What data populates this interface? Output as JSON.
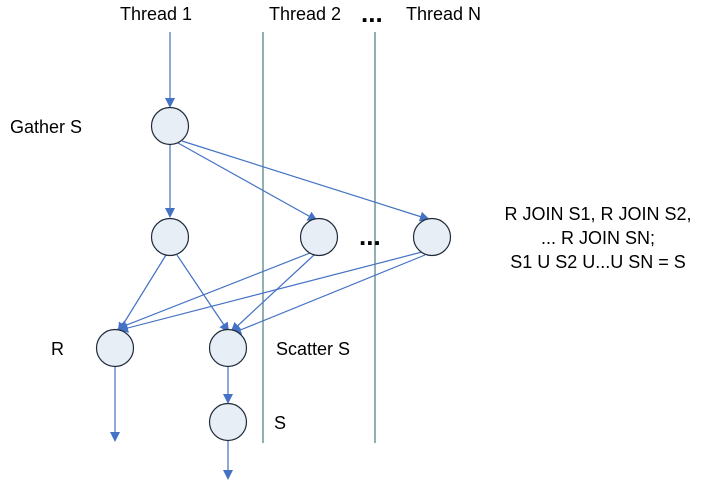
{
  "headers": {
    "thread1": "Thread 1",
    "thread2": "Thread 2",
    "ellipsis": "...",
    "threadN": "Thread N"
  },
  "labels": {
    "gather": "Gather S",
    "r": "R",
    "scatter": "Scatter S",
    "s": "S",
    "mid_ellipsis": "..."
  },
  "annotation": [
    "R JOIN S1, R JOIN S2,",
    "... R JOIN SN;",
    "S1 U S2 U...U SN = S"
  ],
  "colors": {
    "edge": "#4472c4",
    "node_fill": "#e8eef6",
    "node_stroke": "#1f2a3a",
    "lane": "#3a6f6f"
  }
}
